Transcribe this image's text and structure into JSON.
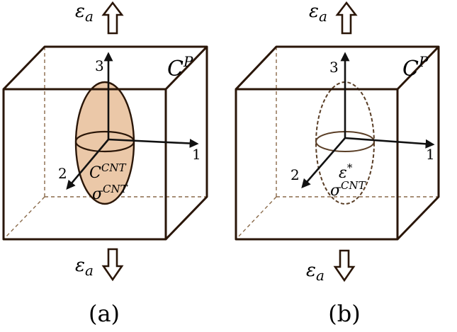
{
  "panels": [
    {
      "id": "a",
      "caption": "(a)",
      "strain_top": "ε",
      "strain_top_sub": "a",
      "strain_bottom": "ε",
      "strain_bottom_sub": "a",
      "matrix_label": "C",
      "matrix_label_sup": "P",
      "axis_1": "1",
      "axis_2": "2",
      "axis_3": "3",
      "inclusion_line1": "C",
      "inclusion_line1_sup": "CNT",
      "inclusion_line2": "σ",
      "inclusion_line2_sup": "CNT",
      "inclusion_style": "filled",
      "inclusion_color": "#ebc8a8"
    },
    {
      "id": "b",
      "caption": "(b)",
      "strain_top": "ε",
      "strain_top_sub": "a",
      "strain_bottom": "ε",
      "strain_bottom_sub": "a",
      "matrix_label": "C",
      "matrix_label_sup": "P",
      "axis_1": "1",
      "axis_2": "2",
      "axis_3": "3",
      "inclusion_line1": "ε",
      "inclusion_line1_sup": "*",
      "inclusion_line2": "σ",
      "inclusion_line2_sup": "CNT",
      "inclusion_style": "dashed",
      "inclusion_color": "#ffffff"
    }
  ],
  "colors": {
    "outline": "#2a1608",
    "hidden_edge": "#8a6a4a",
    "axis": "#111111"
  }
}
